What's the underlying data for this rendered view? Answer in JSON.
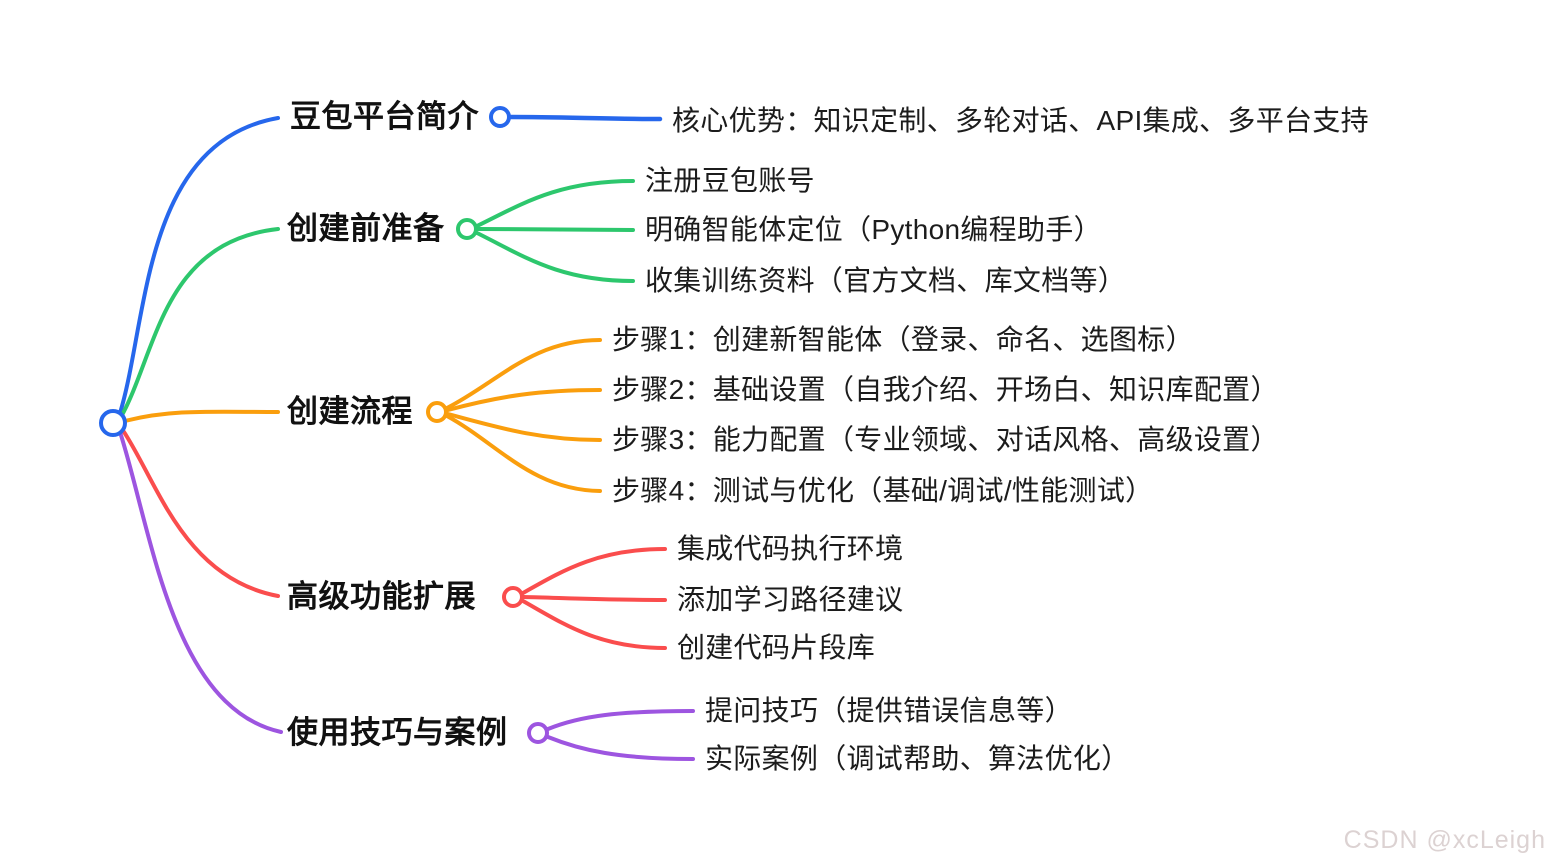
{
  "colors": {
    "branch1": "#2667EC",
    "branch2": "#2DC76D",
    "branch3": "#FA9E0D",
    "branch4": "#FA4D4D",
    "branch5": "#9D55E0"
  },
  "branches": [
    {
      "label": "豆包平台简介",
      "color": "#2667EC",
      "children": [
        "核心优势：知识定制、多轮对话、API集成、多平台支持"
      ]
    },
    {
      "label": "创建前准备",
      "color": "#2DC76D",
      "children": [
        "注册豆包账号",
        "明确智能体定位（Python编程助手）",
        "收集训练资料（官方文档、库文档等）"
      ]
    },
    {
      "label": "创建流程",
      "color": "#FA9E0D",
      "children": [
        "步骤1：创建新智能体（登录、命名、选图标）",
        "步骤2：基础设置（自我介绍、开场白、知识库配置）",
        "步骤3：能力配置（专业领域、对话风格、高级设置）",
        "步骤4：测试与优化（基础/调试/性能测试）"
      ]
    },
    {
      "label": "高级功能扩展",
      "color": "#FA4D4D",
      "children": [
        "集成代码执行环境",
        "添加学习路径建议",
        "创建代码片段库"
      ]
    },
    {
      "label": "使用技巧与案例",
      "color": "#9D55E0",
      "children": [
        "提问技巧（提供错误信息等）",
        "实际案例（调试帮助、算法优化）"
      ]
    }
  ],
  "watermark": {
    "text": "CSDN @xcLeigh"
  }
}
